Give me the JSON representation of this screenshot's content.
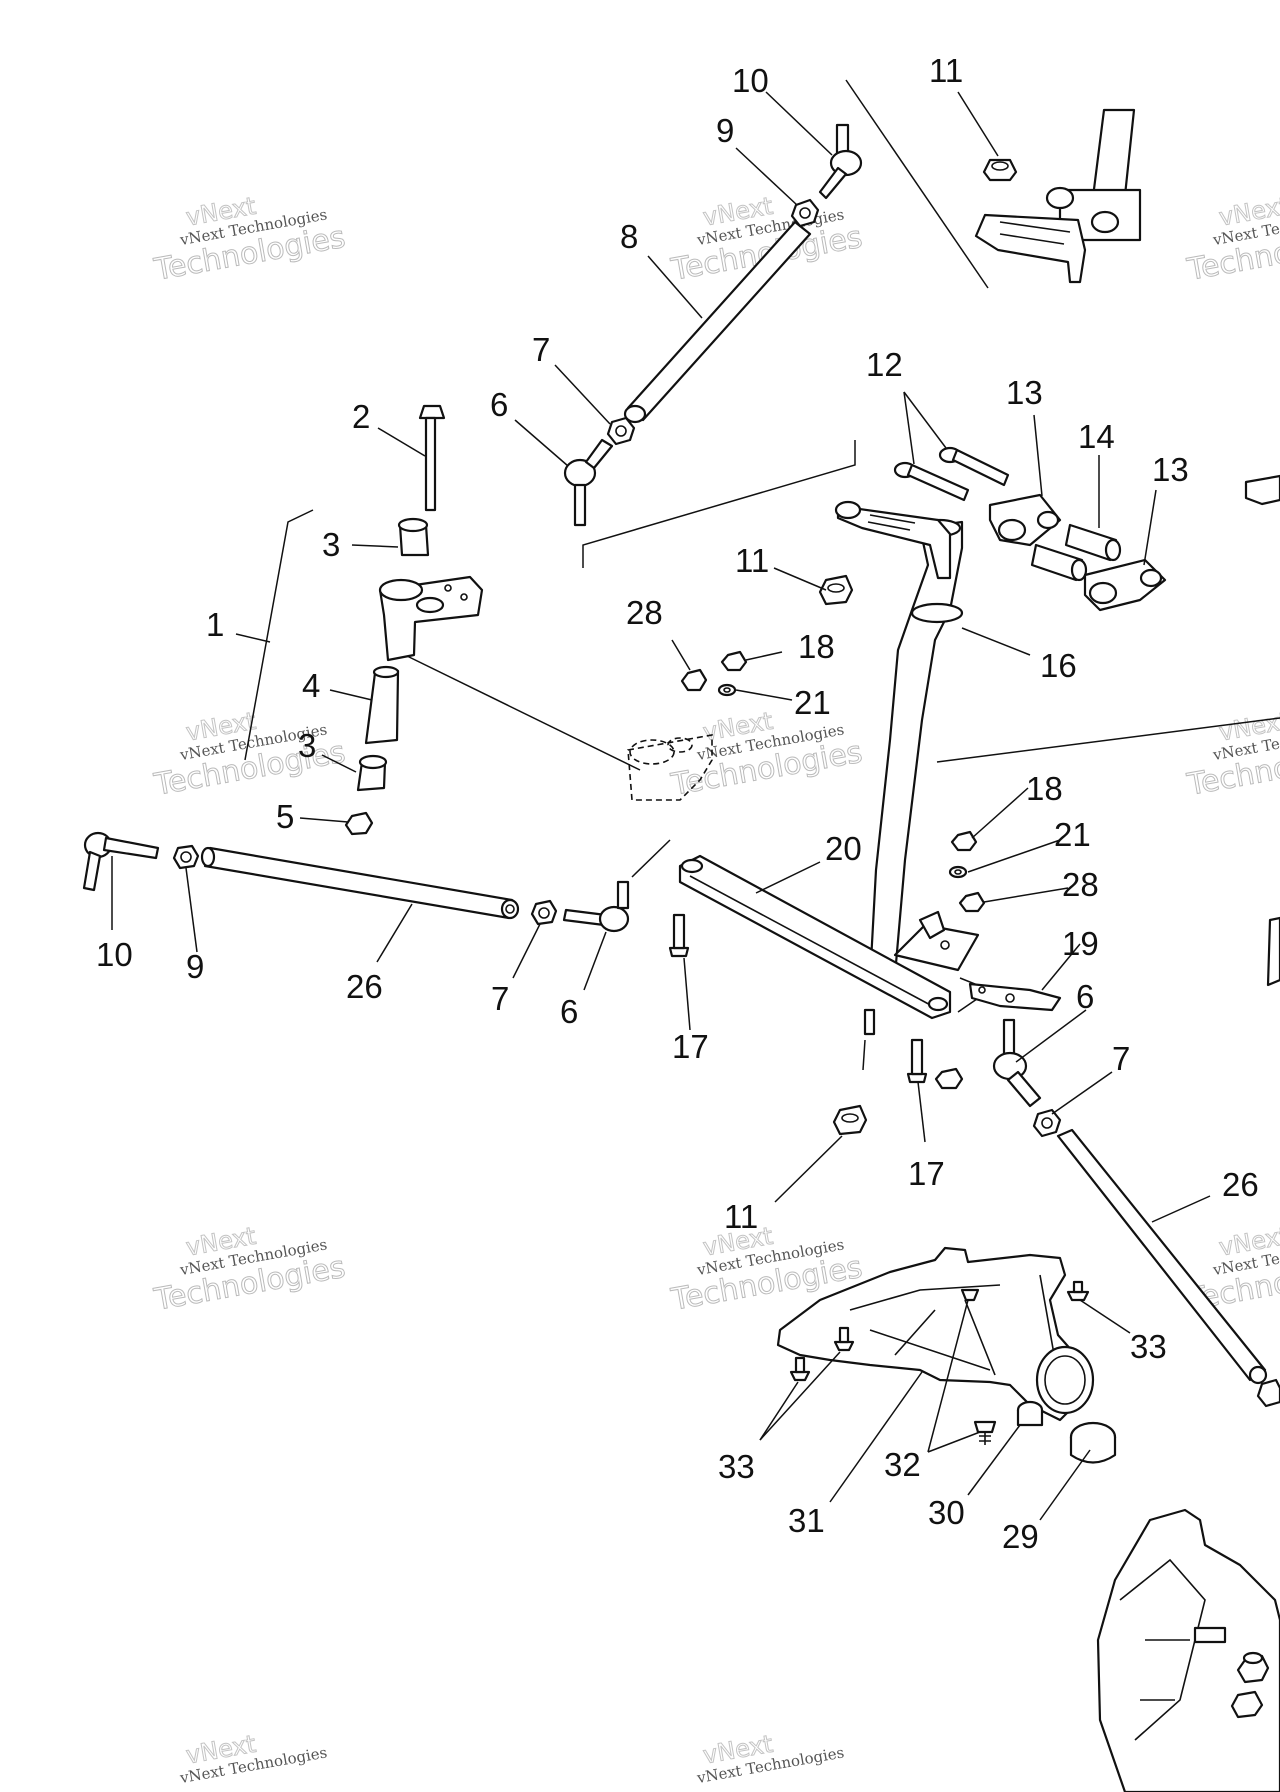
{
  "watermark": {
    "line1": "vNext Technologies",
    "line2": "Technologies",
    "ghost": "vNext"
  },
  "callouts": {
    "c1": "1",
    "c2": "2",
    "c3a": "3",
    "c3b": "3",
    "c4": "4",
    "c5": "5",
    "c6a": "6",
    "c6b": "6",
    "c6c": "6",
    "c7a": "7",
    "c7b": "7",
    "c7c": "7",
    "c8": "8",
    "c9a": "9",
    "c9b": "9",
    "c10a": "10",
    "c10b": "10",
    "c11a": "11",
    "c11b": "11",
    "c11c": "11",
    "c12": "12",
    "c13a": "13",
    "c13b": "13",
    "c14": "14",
    "c16": "16",
    "c17a": "17",
    "c17b": "17",
    "c18a": "18",
    "c18b": "18",
    "c19": "19",
    "c20": "20",
    "c21a": "21",
    "c21b": "21",
    "c26a": "26",
    "c26b": "26",
    "c28a": "28",
    "c28b": "28",
    "c29": "29",
    "c30": "30",
    "c31": "31",
    "c32": "32",
    "c33a": "33",
    "c33b": "33"
  }
}
